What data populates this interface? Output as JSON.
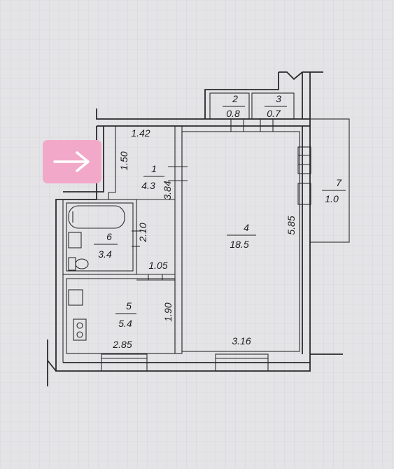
{
  "rooms": [
    {
      "number": "1",
      "area": "4.3"
    },
    {
      "number": "2",
      "area": "0.8"
    },
    {
      "number": "3",
      "area": "0.7"
    },
    {
      "number": "4",
      "area": "18.5"
    },
    {
      "number": "5",
      "area": "5.4"
    },
    {
      "number": "6",
      "area": "3.4"
    },
    {
      "number": "7",
      "area": "1.0"
    }
  ],
  "dimensions": {
    "hall_width": "1.42",
    "hall_depth": "1.50",
    "hall_length": "3.84",
    "bath_depth": "2.10",
    "bath_width": "1.05",
    "kitchen_depth": "1.90",
    "kitchen_width": "2.85",
    "living_width": "3.16",
    "living_depth": "5.85"
  },
  "entry_badge": {
    "icon": "arrow-right-icon",
    "color": "#f2a9c9"
  },
  "colors": {
    "paper": "#e4e3e6",
    "ink": "#2a2a2c",
    "grid": "#c9c8cc"
  }
}
